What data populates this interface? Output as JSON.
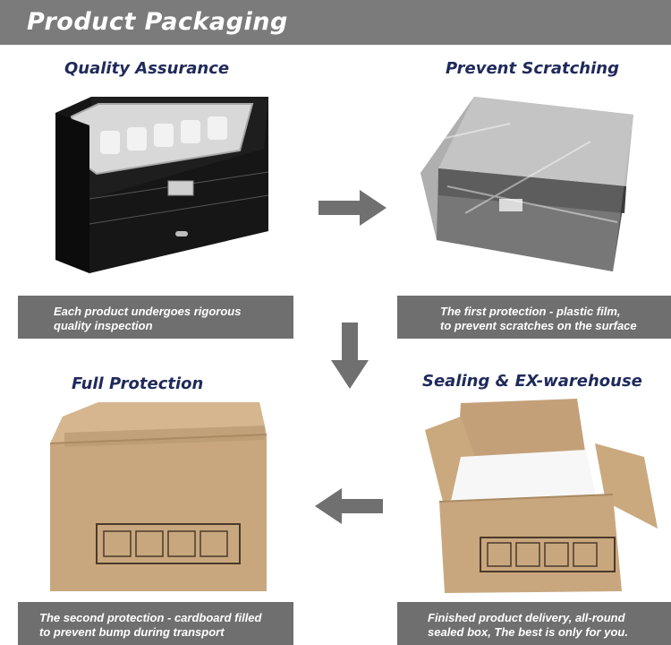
{
  "header": {
    "title": "Product Packaging"
  },
  "steps": [
    {
      "title": "Quality Assurance",
      "caption": [
        "Each product undergoes rigorous",
        "quality inspection"
      ]
    },
    {
      "title": "Prevent Scratching",
      "caption": [
        "The first protection - plastic film,",
        "to prevent scratches on the surface"
      ]
    },
    {
      "title": "Sealing & EX-warehouse",
      "caption": [
        "Finished product delivery, all-round",
        "sealed box, The best is only for you."
      ]
    },
    {
      "title": "Full Protection",
      "caption": [
        "The second protection - cardboard filled",
        "to prevent bump during transport"
      ]
    }
  ],
  "colors": {
    "header": "#7b7b7b",
    "caption": "#6f6f6f",
    "title": "#1f2a5a",
    "arrow": "#707070",
    "cardboard": "#c9a77e"
  }
}
